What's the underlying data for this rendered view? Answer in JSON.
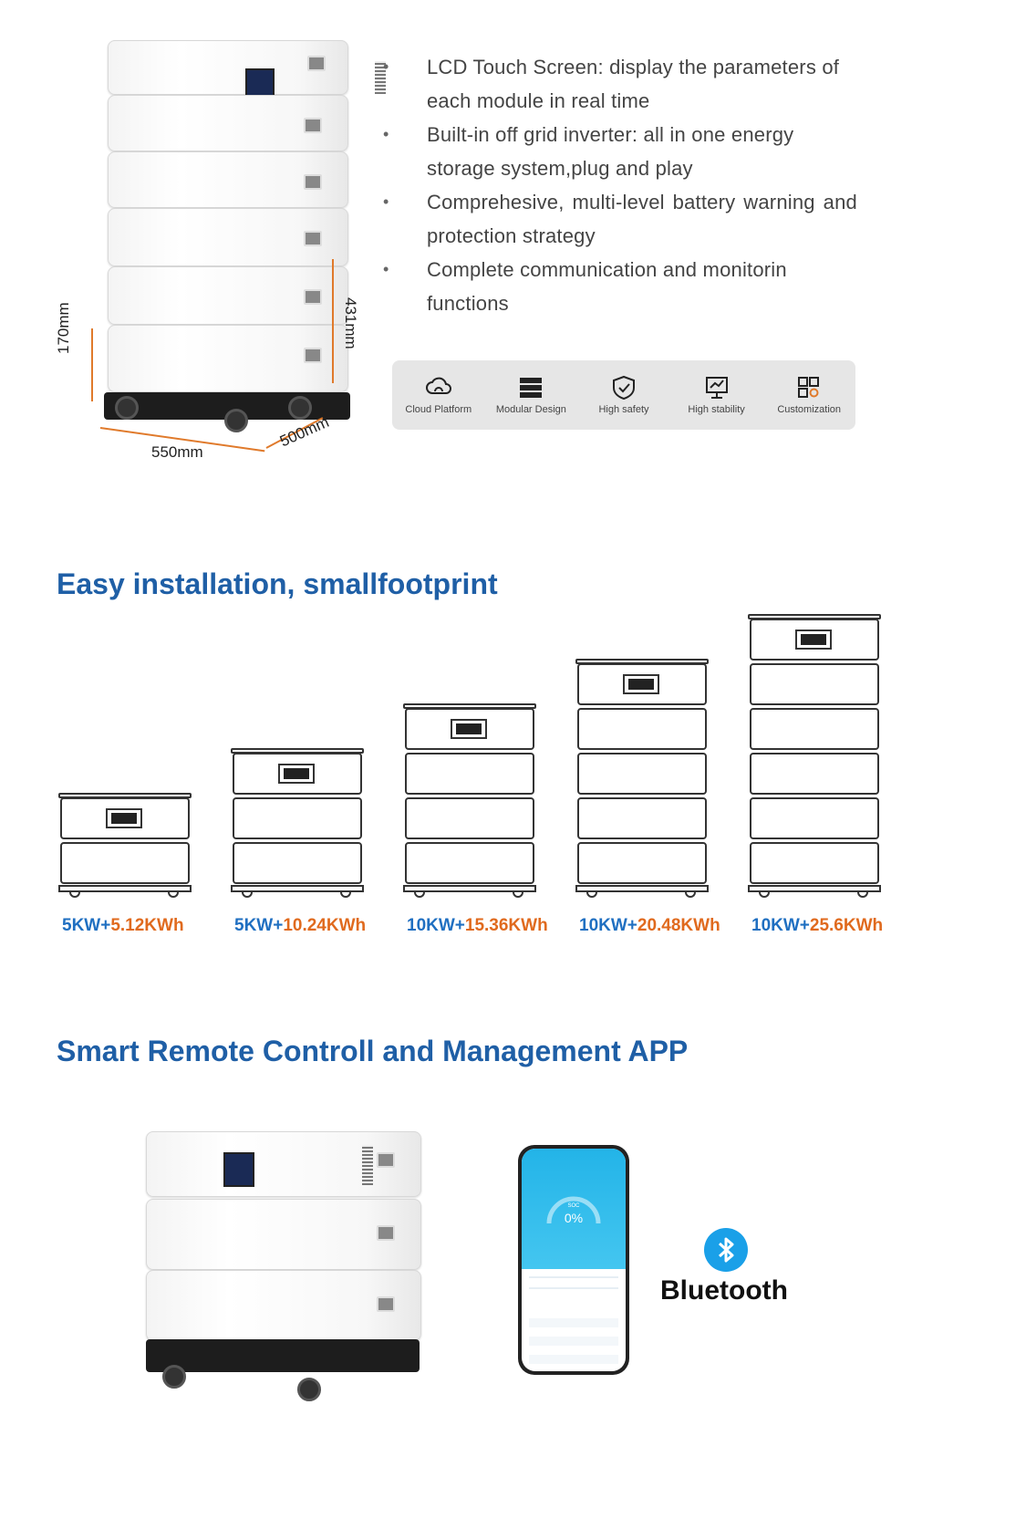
{
  "hero": {
    "dim_height_small": "170mm",
    "dim_height_tall": "431mm",
    "dim_width": "550mm",
    "dim_depth": "500mm"
  },
  "features": [
    {
      "text": "LCD Touch Screen: display the parameters of each module in real time"
    },
    {
      "text": "Built-in off grid inverter: all in one energy storage system,plug and play"
    },
    {
      "text": "Comprehesive, multi-level battery warning and protection strategy"
    },
    {
      "text": "Complete communication and monitorin functions"
    }
  ],
  "icon_bar": [
    {
      "label": "Cloud Platform",
      "icon": "cloud-icon"
    },
    {
      "label": "Modular Design",
      "icon": "stack-icon"
    },
    {
      "label": "High safety",
      "icon": "shield-icon"
    },
    {
      "label": "High stability",
      "icon": "monitor-icon"
    },
    {
      "label": "Customization",
      "icon": "grid-gear-icon"
    }
  ],
  "section1": {
    "title": "Easy installation, smallfootprint"
  },
  "configs": [
    {
      "kw": "5KW+",
      "kwh": "5.12KWh",
      "modules": 1
    },
    {
      "kw": "5KW+",
      "kwh": "10.24KWh",
      "modules": 2
    },
    {
      "kw": "10KW+",
      "kwh": "15.36KWh",
      "modules": 3
    },
    {
      "kw": "10KW+",
      "kwh": "20.48KWh",
      "modules": 4
    },
    {
      "kw": "10KW+",
      "kwh": "25.6KWh",
      "modules": 5
    }
  ],
  "section2": {
    "title": "Smart Remote Controll and Management APP"
  },
  "app": {
    "soc_label": "SOC",
    "soc_value": "0%",
    "bluetooth_label": "Bluetooth"
  },
  "colors": {
    "heading": "#1f5fa6",
    "kw": "#1f6fc1",
    "kwh": "#e06a1e",
    "bluetooth": "#1aa0e8"
  }
}
